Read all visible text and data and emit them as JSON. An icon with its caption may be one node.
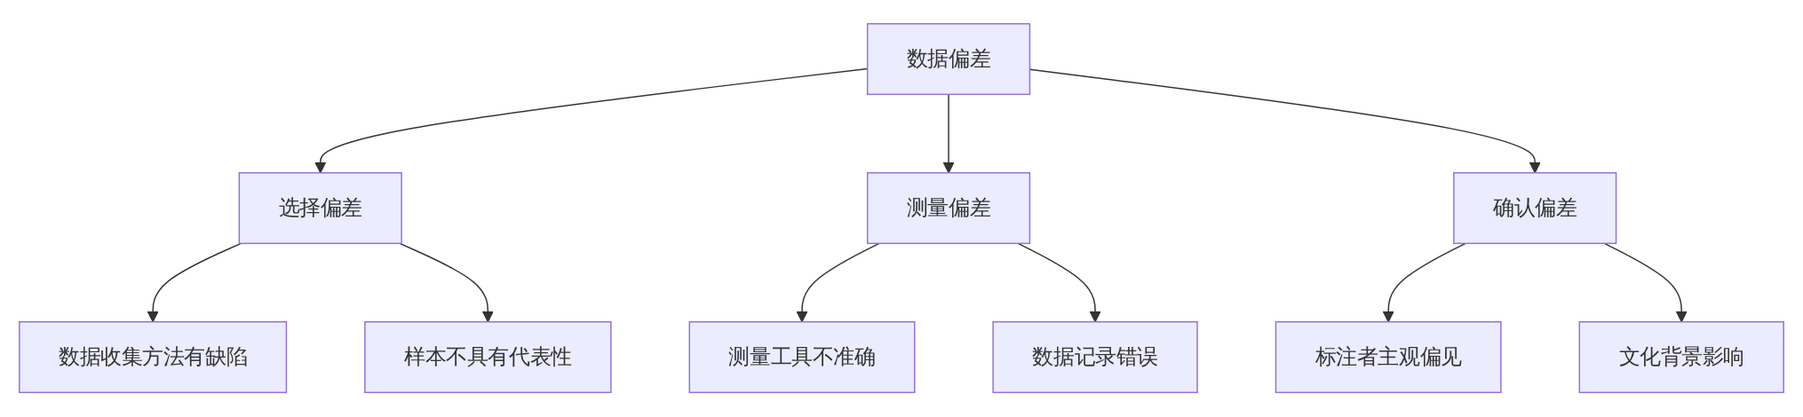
{
  "diagram": {
    "nodes": [
      {
        "text": [
          "数据偏差"
        ]
      },
      {
        "text": [
          "选择偏差"
        ]
      },
      {
        "text": [
          "测量偏差"
        ]
      },
      {
        "text": [
          "确认偏差"
        ]
      },
      {
        "text": [
          "数据收集方法有缺陷"
        ]
      },
      {
        "text": [
          "样本不具有代表性"
        ]
      },
      {
        "text": [
          "测量工具不准确"
        ]
      },
      {
        "text": [
          "数据记录错误"
        ]
      },
      {
        "text": [
          "标注者主观偏见"
        ]
      },
      {
        "text": [
          "文化背景影响"
        ]
      }
    ],
    "edges": [
      {
        "from": 0,
        "to": 1,
        "arrow": "to"
      },
      {
        "from": 0,
        "to": 2,
        "arrow": "to"
      },
      {
        "from": 0,
        "to": 3,
        "arrow": "to"
      },
      {
        "from": 1,
        "to": 4,
        "arrow": "to"
      },
      {
        "from": 1,
        "to": 5,
        "arrow": "to"
      },
      {
        "from": 2,
        "to": 6,
        "arrow": "to"
      },
      {
        "from": 2,
        "to": 7,
        "arrow": "to"
      },
      {
        "from": 3,
        "to": 8,
        "arrow": "to"
      },
      {
        "from": 3,
        "to": 9,
        "arrow": "to"
      }
    ]
  }
}
